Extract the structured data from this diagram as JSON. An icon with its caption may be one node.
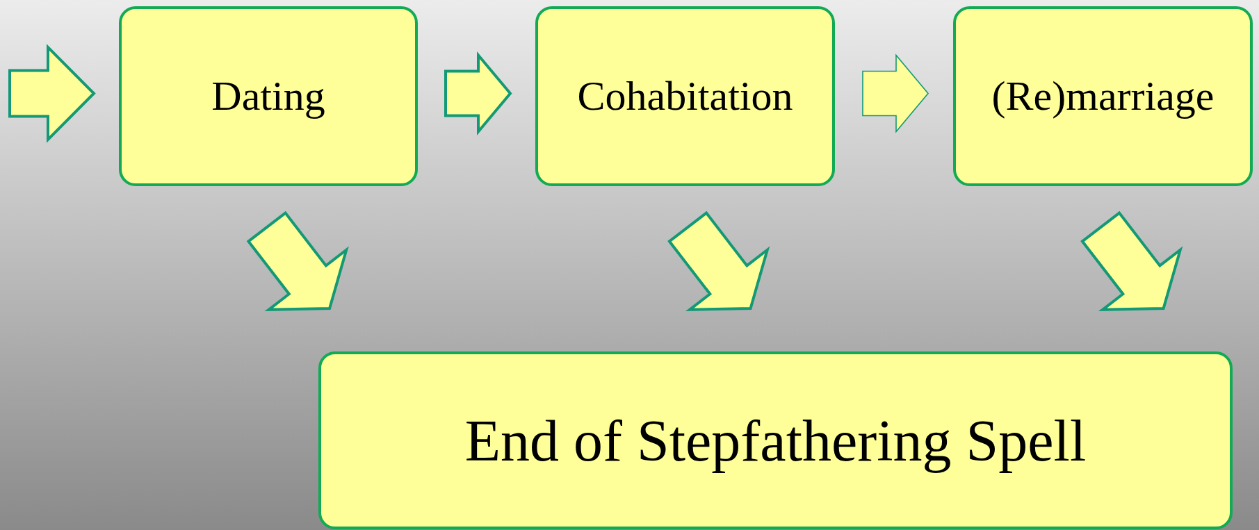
{
  "diagram": {
    "nodes": [
      {
        "text": [
          "Dating"
        ]
      },
      {
        "text": [
          "Cohabitation"
        ]
      },
      {
        "text": [
          "(Re)marriage"
        ]
      },
      {
        "text": [
          "End of Stepfathering Spell"
        ]
      }
    ],
    "edges": [
      {
        "from": null,
        "to": 0,
        "arrow": "to"
      },
      {
        "from": 0,
        "to": 1,
        "arrow": "to"
      },
      {
        "from": 1,
        "to": 2,
        "arrow": "to"
      },
      {
        "from": 0,
        "to": 3,
        "arrow": "to"
      },
      {
        "from": 1,
        "to": 3,
        "arrow": "to"
      },
      {
        "from": 2,
        "to": 3,
        "arrow": "to"
      }
    ]
  }
}
